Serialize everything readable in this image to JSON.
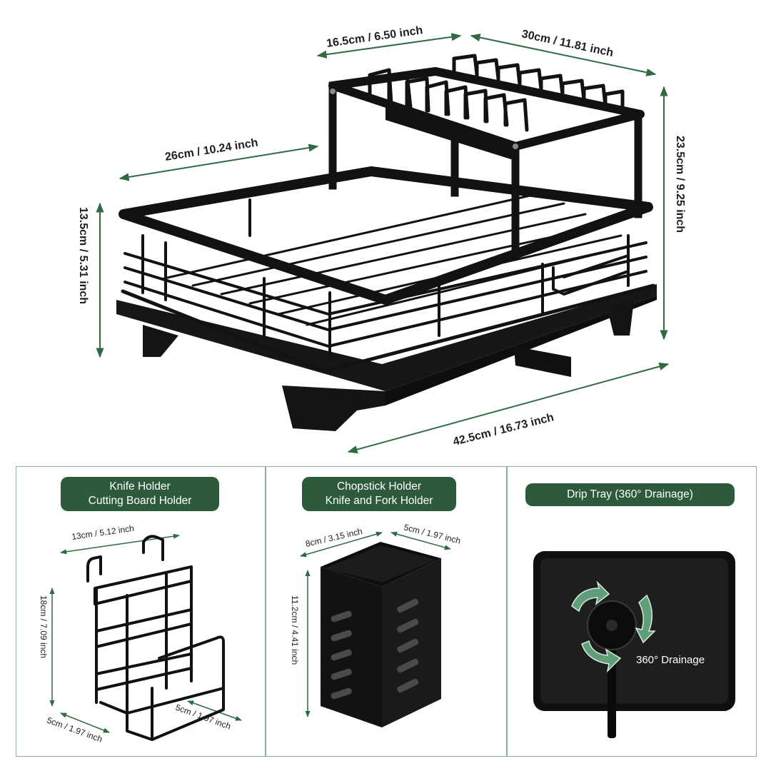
{
  "main": {
    "dims": {
      "top_left": "16.5cm / 6.50 inch",
      "top_right": "30cm / 11.81 inch",
      "depth": "26cm / 10.24 inch",
      "height_right": "23.5cm / 9.25 inch",
      "height_left": "13.5cm / 5.31 inch",
      "length": "42.5cm / 16.73 inch"
    }
  },
  "panels": [
    {
      "title_line1": "Knife Holder",
      "title_line2": "Cutting Board Holder",
      "dims": {
        "width": "13cm / 5.12 inch",
        "height": "18cm / 7.09 inch",
        "depth_left": "5cm / 1.97 inch",
        "depth_right": "5cm / 1.97 inch"
      }
    },
    {
      "title_line1": "Chopstick Holder",
      "title_line2": "Knife and Fork Holder",
      "dims": {
        "width": "8cm / 3.15 inch",
        "depth": "5cm / 1.97 inch",
        "height": "11.2cm / 4.41 inch"
      }
    },
    {
      "title_line1": "Drip Tray (360° Drainage)",
      "drainage_label": "360° Drainage"
    }
  ],
  "colors": {
    "accent_green": "#2e5a3c",
    "dimension_line": "#2f6a43",
    "product": "#121212",
    "arrow_green": "#5e9e78"
  }
}
